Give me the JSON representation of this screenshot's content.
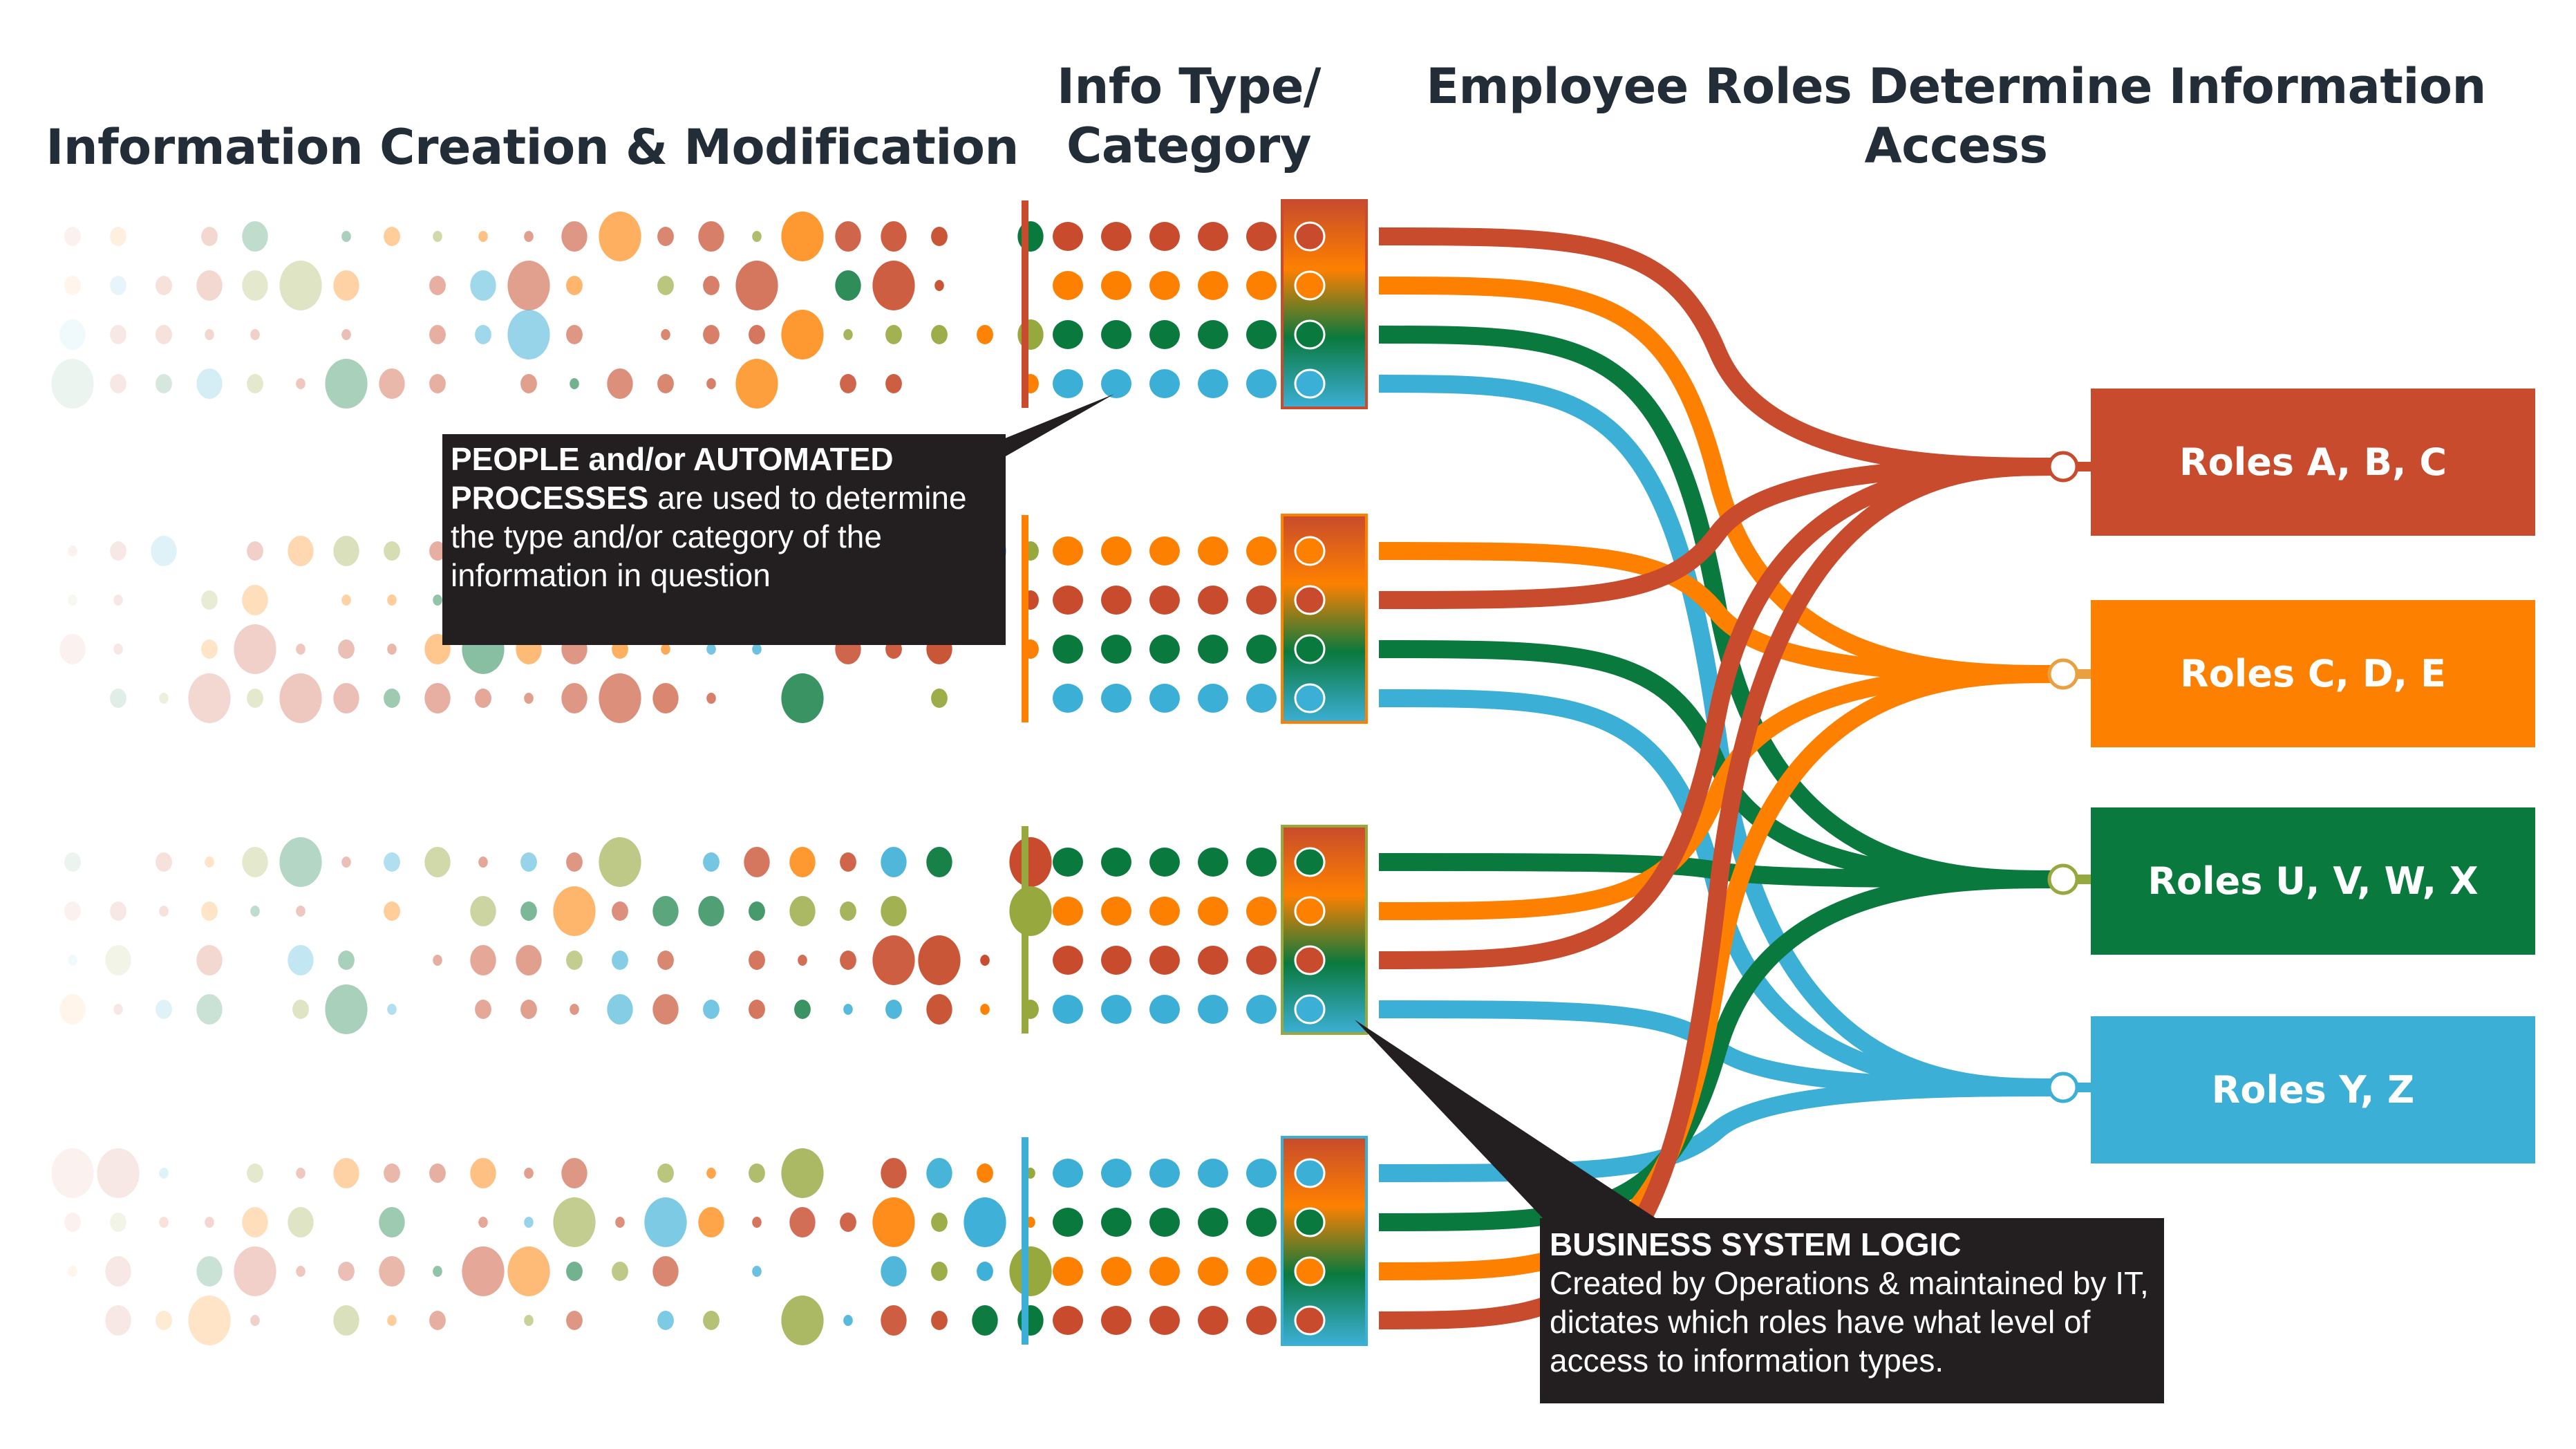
{
  "headings": {
    "left": "Information Creation & Modification",
    "middle": "Info Type/ Category",
    "right": "Employee Roles Determine Information Access"
  },
  "colors": {
    "red": "#c74b2c",
    "orange": "#fe8000",
    "green": "#0a793d",
    "blue": "#3cafd6",
    "olive": "#97a83e",
    "dark": "#231f20",
    "heading": "#222d38"
  },
  "callouts": {
    "people": {
      "bold": "PEOPLE and/or AUTOMATED PROCESSES",
      "text": " are used to determine the type and/or category of the information in question"
    },
    "logic": {
      "title": "BUSINESS SYSTEM LOGIC",
      "text": "Created by Operations & maintained by IT, dictates which roles have what level of access to information types."
    }
  },
  "roles": [
    {
      "label": "Roles A, B, C",
      "color": "red"
    },
    {
      "label": "Roles C, D, E",
      "color": "orange"
    },
    {
      "label": "Roles U, V, W, X",
      "color": "green"
    },
    {
      "label": "Roles Y, Z",
      "color": "blue"
    }
  ],
  "groups": [
    {
      "bar_color": "red",
      "rows": [
        "red",
        "orange",
        "green",
        "blue"
      ],
      "targets": [
        0,
        1,
        2,
        3
      ]
    },
    {
      "bar_color": "orange",
      "rows": [
        "orange",
        "red",
        "green",
        "blue"
      ],
      "targets": [
        1,
        0,
        2,
        3
      ]
    },
    {
      "bar_color": "olive",
      "rows": [
        "green",
        "orange",
        "red",
        "blue"
      ],
      "targets": [
        2,
        1,
        0,
        3
      ]
    },
    {
      "bar_color": "blue",
      "rows": [
        "blue",
        "green",
        "orange",
        "red"
      ],
      "targets": [
        3,
        2,
        1,
        0
      ]
    }
  ]
}
